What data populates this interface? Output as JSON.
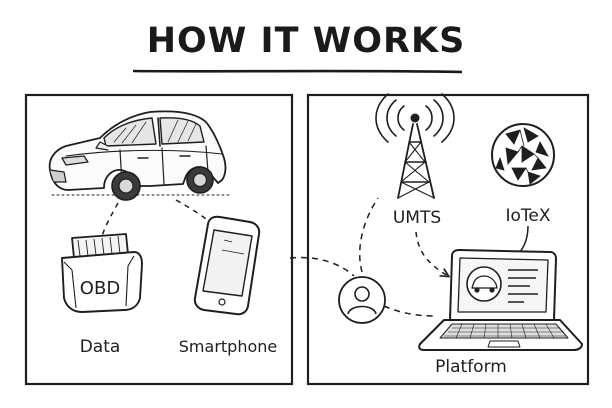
{
  "title": "HOW IT WORKS",
  "labels": {
    "obd": "OBD",
    "data": "Data",
    "smartphone": "Smartphone",
    "umts": "UMTS",
    "iotex": "IoTeX",
    "platform": "Platform"
  },
  "icons": {
    "car": "car-icon",
    "obd": "obd-dongle-icon",
    "phone": "smartphone-icon",
    "tower": "cell-tower-icon",
    "iotex": "iotex-logo-icon",
    "user": "user-avatar-icon",
    "laptop": "laptop-icon"
  },
  "colors": {
    "ink": "#1e1e1e",
    "background": "#ffffff"
  }
}
